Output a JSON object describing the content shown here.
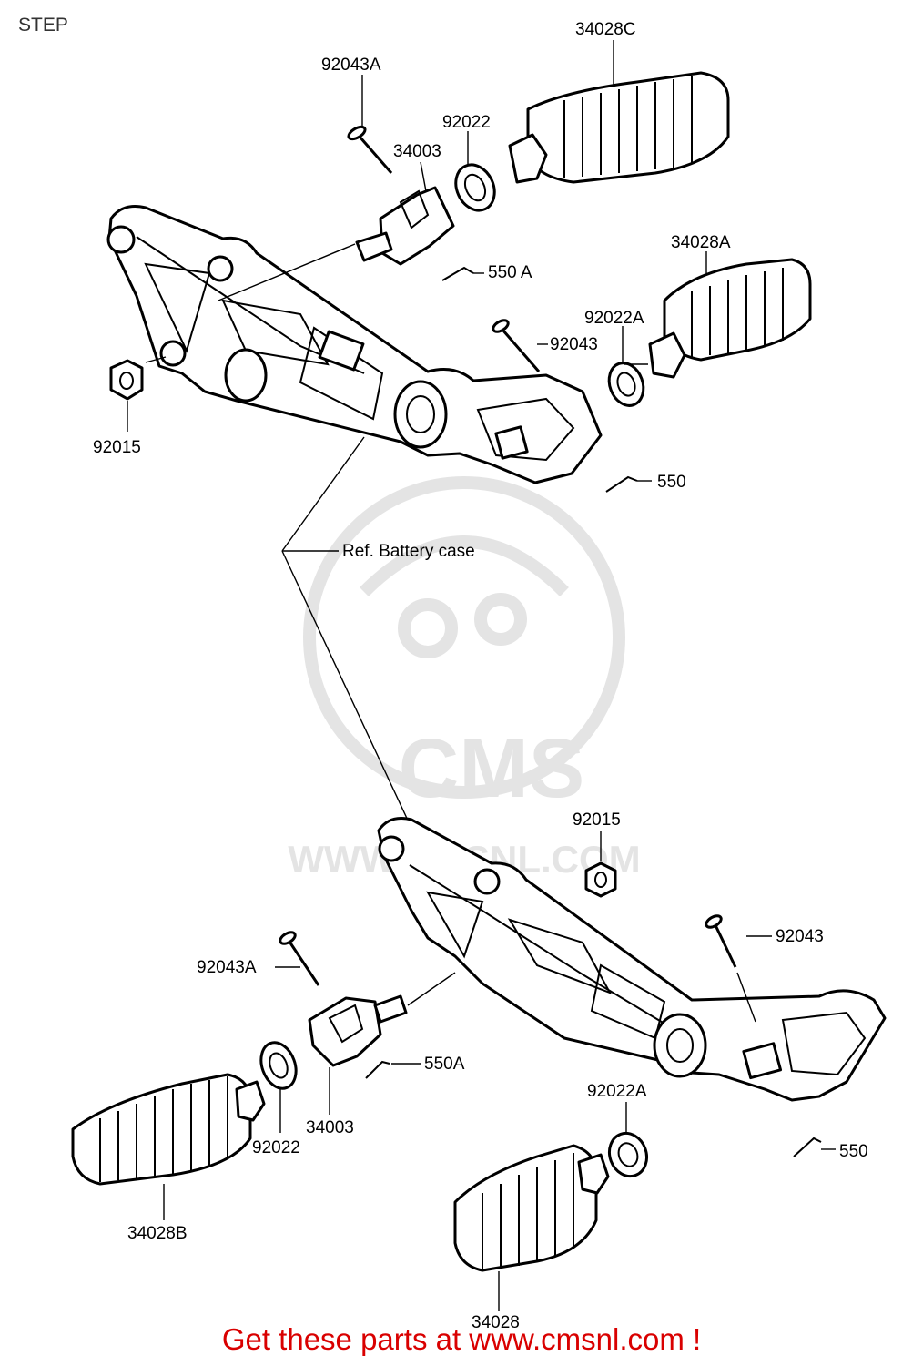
{
  "title": "STEP",
  "reference_note": "Ref. Battery case",
  "watermark": {
    "brand": "CMS",
    "url": "WWW.CMSNL.COM"
  },
  "footer": "Get these parts at www.cmsnl.com !",
  "part_labels": {
    "p34028C": "34028C",
    "p92043A_top": "92043A",
    "p92022_top": "92022",
    "p34003_top": "34003",
    "p550A_top": "550 A",
    "p34028A": "34028A",
    "p92022A_top": "92022A",
    "p92043_top": "92043",
    "p92015_top": "92015",
    "p550_top": "550",
    "p92015_bot": "92015",
    "p92043_bot": "92043",
    "p92043A_bot": "92043A",
    "p550A_bot": "550A",
    "p34003_bot": "34003",
    "p92022_bot": "92022",
    "p92022A_bot": "92022A",
    "p550_bot": "550",
    "p34028B": "34028B",
    "p34028": "34028"
  },
  "colors": {
    "line": "#000000",
    "footer": "#d90000",
    "watermark": "#e4e4e4"
  }
}
